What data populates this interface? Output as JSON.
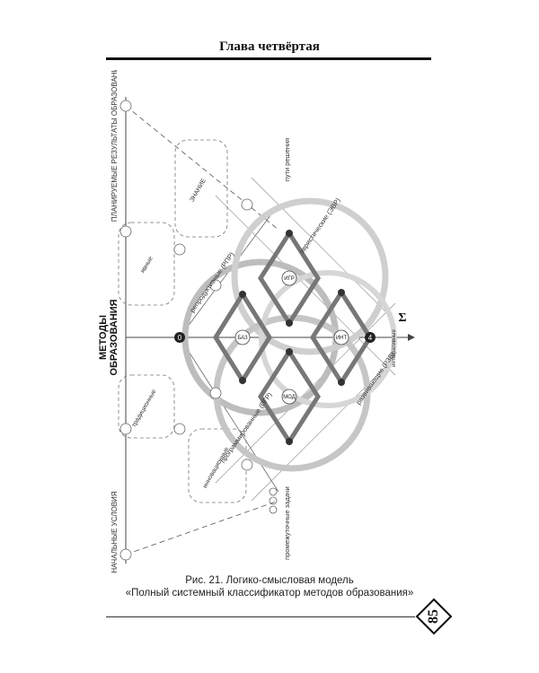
{
  "header": {
    "title": "Глава четвёртая"
  },
  "figure": {
    "labels": {
      "planned": "ПЛАНИРУЕМЫЕ РЕЗУЛЬТАТЫ ОБРАЗОВАНИЯ",
      "methods_line1": "МЕТОДЫ",
      "methods_line2": "ОБРАЗОВАНИЯ",
      "initial": "НАЧАЛЬНЫЕ УСЛОВИЯ",
      "solution_paths": "пути решения",
      "intermediate": "промежуточные задачи",
      "znanie": "ЗНАНИЕ",
      "yavnoe": "явные",
      "traditional": "традиционные",
      "innovative": "инновационные",
      "reproductive": "репродуктивные (РПР)",
      "heuristic": "эвристические (ЭВР)",
      "programmed": "программированные (ПГР)",
      "developing": "развивающие (РЗВ)",
      "basic": "БАЗ",
      "int": "ИНТ",
      "igr": "ИГР",
      "mod": "МОД",
      "zero": "0",
      "four": "4",
      "sigma": "Σ",
      "integrative": "интегративные"
    }
  },
  "caption": {
    "line1": "Рис. 21. Логико-смысловая модель",
    "line2": "«Полный системный классификатор методов образования»"
  },
  "footer": {
    "page_number": "85"
  }
}
